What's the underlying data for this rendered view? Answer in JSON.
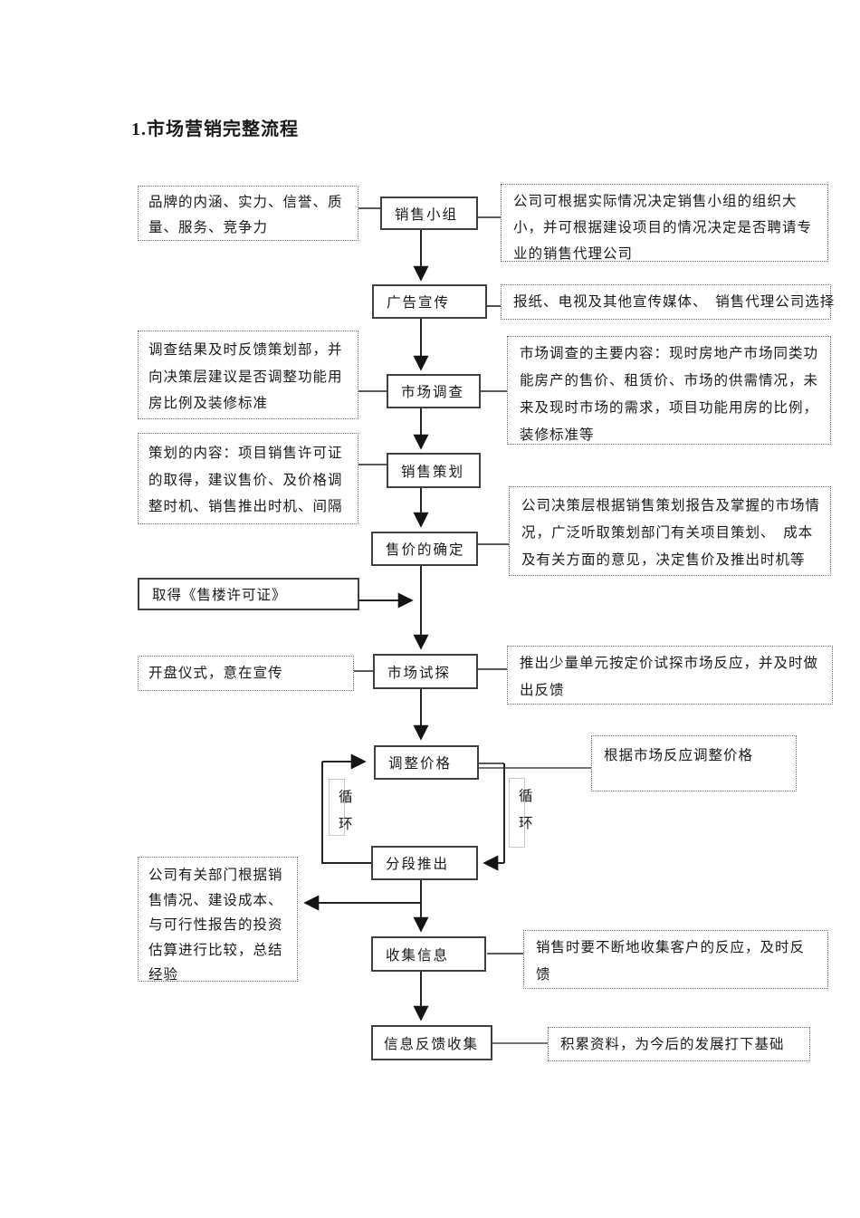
{
  "title": "1.市场营销完整流程",
  "nodes": {
    "sales_team": "销售小组",
    "advertising": "广告宣传",
    "market_survey": "市场调查",
    "sales_planning": "销售策划",
    "price_determination": "售价的确定",
    "obtain_permit": "取得《售楼许可证》",
    "market_test": "市场试探",
    "adjust_price": "调整价格",
    "phased_launch": "分段推出",
    "collect_info": "收集信息",
    "feedback_collection": "信息反馈收集"
  },
  "annotations": {
    "brand": "品牌的内涵、实力、信誉、质量、服务、竞争力",
    "org_size": "公司可根据实际情况决定销售小组的组织大小，并可根据建设项目的情况决定是否聘请专业的销售代理公司",
    "media": "报纸、电视及其他宣传媒体、　销售代理公司选择",
    "survey_feedback": "调查结果及时反馈策划部，并向决策层建议是否调整功能用房比例及装修标准",
    "survey_content": "市场调查的主要内容：现时房地产市场同类功能房产的售价、租赁价、市场的供需情况，未来及现时市场的需求，项目功能用房的比例，装修标准等",
    "planning_content": "策划的内容：项目销售许可证的取得，建议售价、及价格调整时机、销售推出时机、间隔",
    "price_decision": "公司决策层根据销售策划报告及掌握的市场情况，广泛听取策划部门有关项目策划、　成本及有关方面的意见，决定售价及推出时机等",
    "opening_ceremony": "开盘仪式，意在宣传",
    "test_launch": "推出少量单元按定价试探市场反应，并及时做出反馈",
    "adjust_by_market": "根据市场反应调整价格",
    "compare_summary": "公司有关部门根据销售情况、建设成本、与可行性报告的投资估算进行比较，总结经验",
    "collect_reaction": "销售时要不断地收集客户的反应，及时反馈",
    "accumulate": "积累资料，为今后的发展打下基础"
  },
  "loop_label": "循环",
  "colors": {
    "line": "#1c1c1c",
    "node_border": "#3f3f3f",
    "dotted_border": "#6e6e6e"
  }
}
